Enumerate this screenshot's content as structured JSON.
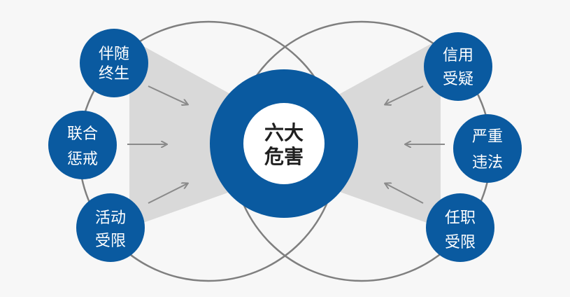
{
  "center": {
    "line1": "六大",
    "line2": "危害"
  },
  "left_nodes": [
    {
      "line1": "伴随",
      "line2": "终生"
    },
    {
      "line1": "联合",
      "line2": "惩戒"
    },
    {
      "line1": "活动",
      "line2": "受限"
    }
  ],
  "right_nodes": [
    {
      "line1": "信用",
      "line2": "受疑"
    },
    {
      "line1": "严重",
      "line2": "违法"
    },
    {
      "line1": "任职",
      "line2": "受限"
    }
  ],
  "colors": {
    "node_blue": "#0a5aa0",
    "ring_blue": "#0a5aa0",
    "outline_gray": "#7f7f7f",
    "wedge_gray": "#d9d9d9",
    "arrow_gray": "#8a8a8a"
  }
}
